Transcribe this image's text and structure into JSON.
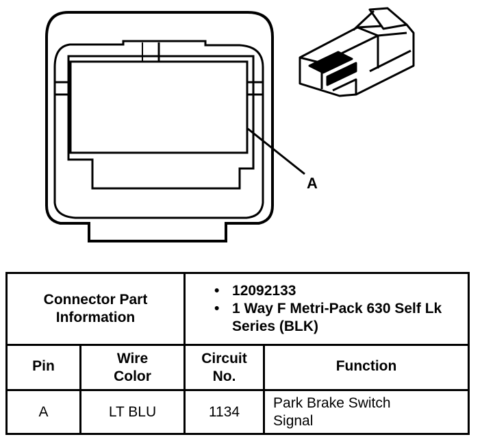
{
  "diagram": {
    "callout_label": "A"
  },
  "table": {
    "part_info_label": "Connector Part Information",
    "part_info_items": [
      "12092133",
      "1 Way F Metri-Pack 630 Self Lk Series (BLK)"
    ],
    "columns": {
      "pin": "Pin",
      "wire_color": "Wire Color",
      "circuit_no": "Circuit No.",
      "function": "Function"
    },
    "rows": [
      {
        "pin": "A",
        "wire_color": "LT BLU",
        "circuit_no": "1134",
        "function": "Park Brake Switch Signal"
      }
    ]
  },
  "colors": {
    "ink": "#000000",
    "paper": "#ffffff"
  }
}
